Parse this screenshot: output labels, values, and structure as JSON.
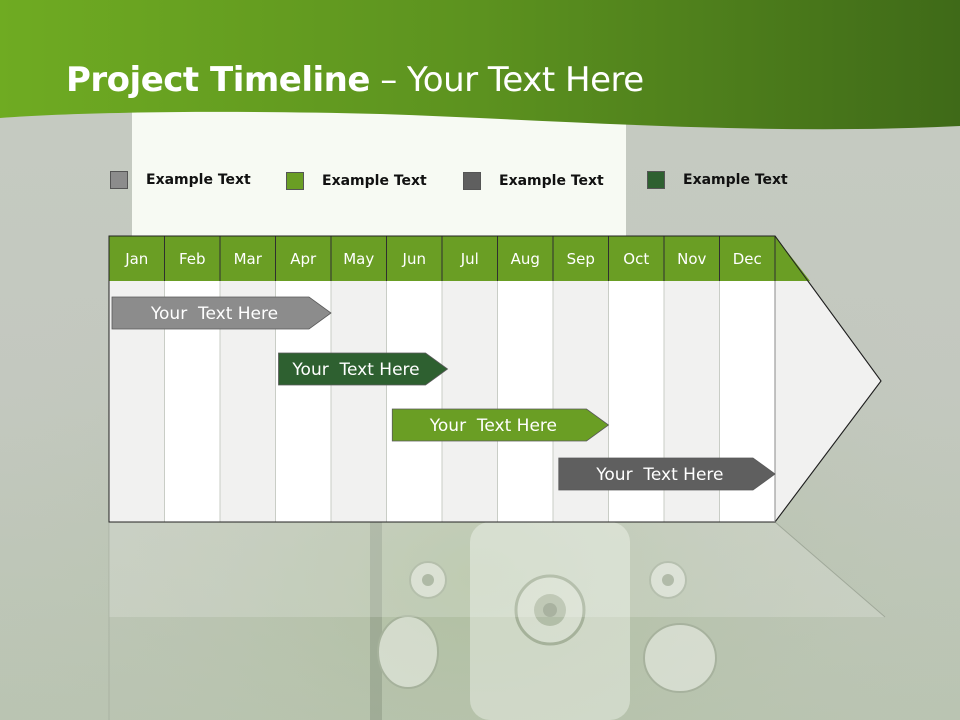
{
  "title": {
    "bold": "Project Timeline",
    "rest": " – Your Text Here"
  },
  "legend": [
    {
      "label": "Example Text",
      "color": "#8c8c8c"
    },
    {
      "label": "Example Text",
      "color": "#6a9e24"
    },
    {
      "label": "Example Text",
      "color": "#5f5f5f"
    },
    {
      "label": "Example Text",
      "color": "#2e6030"
    }
  ],
  "months": [
    "Jan",
    "Feb",
    "Mar",
    "Apr",
    "May",
    "Jun",
    "Jul",
    "Aug",
    "Sep",
    "Oct",
    "Nov",
    "Dec"
  ],
  "tasks": [
    {
      "label": "Your  Text Here",
      "color": "#8c8c8c",
      "start_month": 1.0,
      "end_month": 4.0
    },
    {
      "label": "Your  Text Here",
      "color": "#2e6030",
      "start_month": 4.0,
      "end_month": 6.1
    },
    {
      "label": "Your  Text Here",
      "color": "#6a9e24",
      "start_month": 6.05,
      "end_month": 9.0
    },
    {
      "label": "Your  Text Here",
      "color": "#5f5f5f",
      "start_month": 9.05,
      "end_month": 12.0
    }
  ],
  "colors": {
    "header_green": "#6a9e24",
    "banner_green": "#5e9020"
  }
}
